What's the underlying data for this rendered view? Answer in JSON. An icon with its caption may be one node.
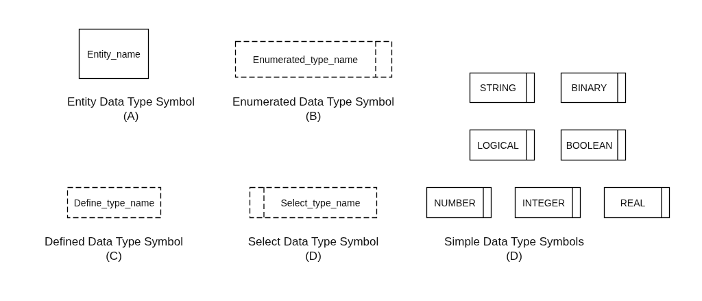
{
  "diagram": {
    "nodes": [
      {
        "text": [
          "Entity_name"
        ],
        "beside": [
          "Entity Data Type Symbol (A)"
        ]
      },
      {
        "text": [
          "Enumerated_type_name"
        ],
        "beside": [
          "Enumerated Data Type Symbol (B)"
        ]
      },
      {
        "text": [
          "STRING"
        ]
      },
      {
        "text": [
          "BINARY"
        ]
      },
      {
        "text": [
          "LOGICAL"
        ]
      },
      {
        "text": [
          "BOOLEAN"
        ]
      },
      {
        "text": [
          "Define_type_name"
        ],
        "beside": [
          "Defined Data Type Symbol (C)"
        ]
      },
      {
        "text": [
          "Select_type_name"
        ],
        "beside": [
          "Select Data Type Symbol (D)"
        ]
      },
      {
        "text": [
          "NUMBER"
        ]
      },
      {
        "text": [
          "INTEGER"
        ]
      },
      {
        "text": [
          "REAL"
        ]
      }
    ],
    "edges": [],
    "labels": [
      "Simple Data Type Symbols (D)"
    ]
  }
}
